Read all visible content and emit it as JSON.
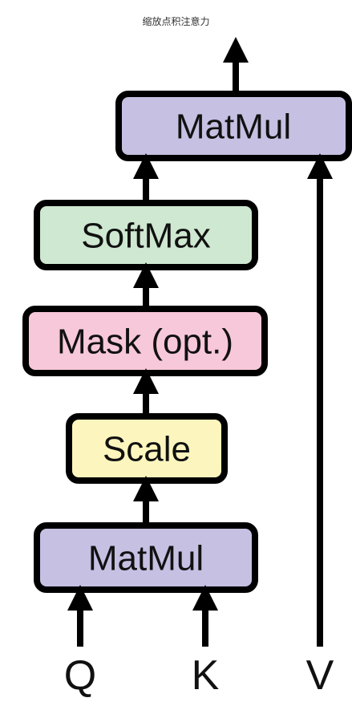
{
  "title": "缩放点积注意力",
  "blocks": {
    "matmul_top": "MatMul",
    "softmax": "SoftMax",
    "mask": "Mask (opt.)",
    "scale": "Scale",
    "matmul_bottom": "MatMul"
  },
  "inputs": {
    "q": "Q",
    "k": "K",
    "v": "V"
  },
  "colors": {
    "matmul": "#c6c0e2",
    "softmax": "#cfe8d1",
    "mask": "#f7c8d9",
    "scale": "#fcf6be",
    "border": "#000000"
  }
}
